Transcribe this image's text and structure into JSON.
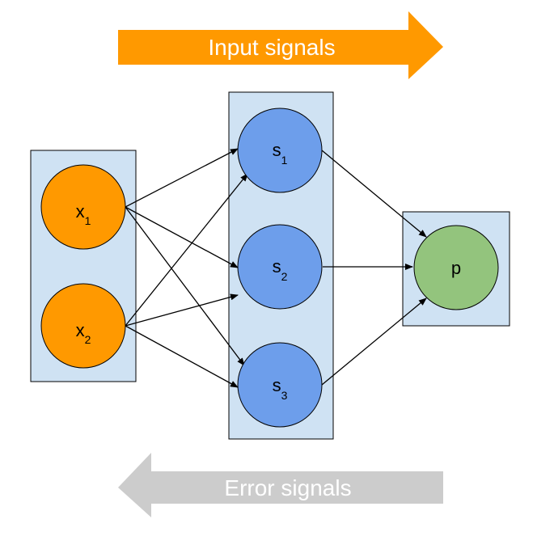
{
  "signals": {
    "input": {
      "label": "Input signals",
      "color": "#ff9900"
    },
    "error": {
      "label": "Error signals",
      "color": "#cccccc"
    }
  },
  "layers": {
    "input": {
      "fill": "#cfe2f3",
      "nodes": [
        {
          "id": "x1",
          "base": "x",
          "sub": "1"
        },
        {
          "id": "x2",
          "base": "x",
          "sub": "2"
        }
      ],
      "node_color": "#ff9900"
    },
    "hidden": {
      "fill": "#cfe2f3",
      "nodes": [
        {
          "id": "s1",
          "base": "s",
          "sub": "1"
        },
        {
          "id": "s2",
          "base": "s",
          "sub": "2"
        },
        {
          "id": "s3",
          "base": "s",
          "sub": "3"
        }
      ],
      "node_color": "#6d9eeb"
    },
    "output": {
      "fill": "#cfe2f3",
      "nodes": [
        {
          "id": "p",
          "base": "p",
          "sub": ""
        }
      ],
      "node_color": "#93c47d"
    }
  },
  "edges": [
    [
      "x1",
      "s1"
    ],
    [
      "x1",
      "s2"
    ],
    [
      "x1",
      "s3"
    ],
    [
      "x2",
      "s1"
    ],
    [
      "x2",
      "s2"
    ],
    [
      "x2",
      "s3"
    ],
    [
      "s1",
      "p"
    ],
    [
      "s2",
      "p"
    ],
    [
      "s3",
      "p"
    ]
  ]
}
